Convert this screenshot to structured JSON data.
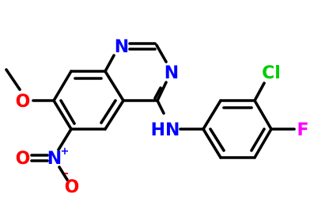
{
  "molecule": {
    "atoms": {
      "N1": {
        "label": "N",
        "color": "#0000FF"
      },
      "N3": {
        "label": "N",
        "color": "#0000FF"
      },
      "NH": {
        "label": "HN",
        "color": "#0000FF"
      },
      "O_methoxy": {
        "label": "O",
        "color": "#FF0000"
      },
      "N_nitro": {
        "label": "N",
        "color": "#0000FF"
      },
      "N_nitro_charge": {
        "label": "+",
        "color": "#0000FF"
      },
      "O_nitro_left": {
        "label": "O",
        "color": "#FF0000"
      },
      "O_nitro_bottom": {
        "label": "O",
        "color": "#FF0000"
      },
      "O_nitro_charge": {
        "label": "-",
        "color": "#FF0000"
      },
      "Cl": {
        "label": "Cl",
        "color": "#00CC00"
      },
      "F": {
        "label": "F",
        "color": "#FF00FF"
      }
    }
  },
  "colors": {
    "bond": "#000000",
    "background": "#FFFFFF"
  }
}
